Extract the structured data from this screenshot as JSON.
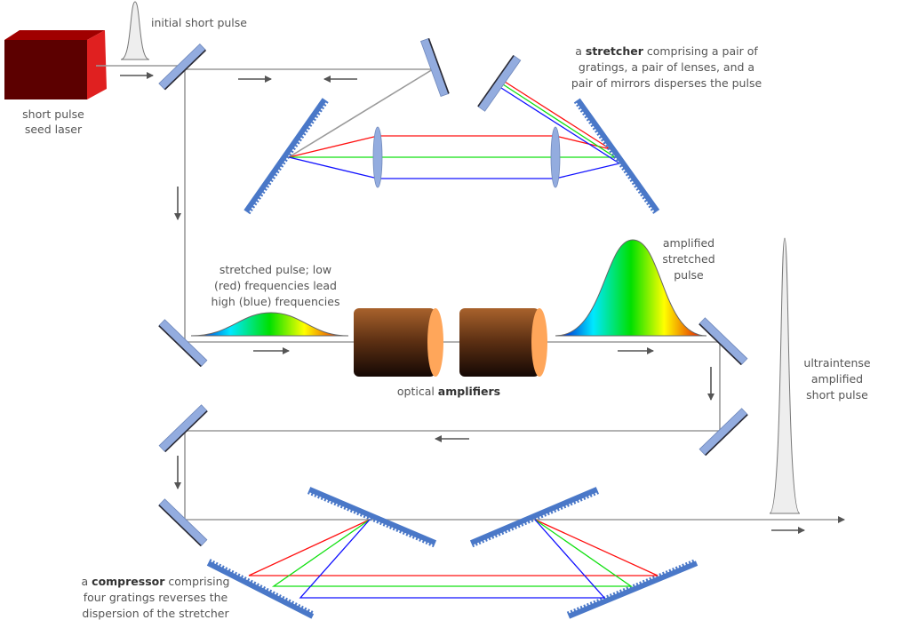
{
  "labels": {
    "initial_pulse": "initial short pulse",
    "seed_laser": [
      "short pulse",
      "seed laser"
    ],
    "stretcher": {
      "line1_pre": "a ",
      "line1_bold": "stretcher",
      "line1_post": " comprising a pair of",
      "line2": "gratings, a pair of lenses, and a",
      "line3": "pair of mirrors disperses the pulse"
    },
    "stretched_pulse": [
      "stretched pulse; low",
      "(red) frequencies lead",
      "high (blue) frequencies"
    ],
    "amplified_stretched": [
      "amplified",
      "stretched",
      "pulse"
    ],
    "amplifiers": {
      "pre": "optical ",
      "bold": "amplifiers"
    },
    "ultraintense": [
      "ultraintense",
      "amplified",
      "short pulse"
    ],
    "compressor": {
      "line1_pre": "a ",
      "line1_bold": "compressor",
      "line1_post": " comprising",
      "line2": "four gratings reverses the",
      "line3": "dispersion of the stretcher"
    }
  },
  "colors": {
    "red_ray": "#ff1010",
    "green_ray": "#10e010",
    "blue_ray": "#1010ff",
    "grating": "#4a78c8",
    "mirror": "#93acdf",
    "amplifier_cap": "#ffa65a"
  }
}
